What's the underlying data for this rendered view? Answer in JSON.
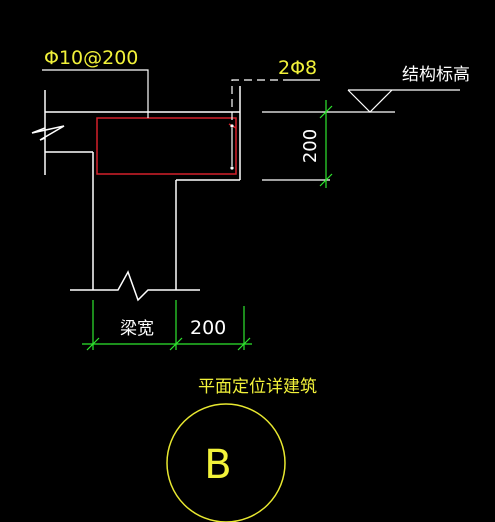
{
  "labels": {
    "stirrup_spec": "Φ10@200",
    "rebar_spec": "2Φ8",
    "elevation_label": "结构标高",
    "height_dim": "200",
    "beam_width_label": "梁宽",
    "width_dim": "200",
    "location_note": "平面定位详建筑",
    "axis_label": "B"
  },
  "colors": {
    "background": "#000000",
    "outline": "#ffffff",
    "rebar": "#d4202a",
    "dimension": "#2ee62e",
    "text_white": "#ffffff",
    "text_yellow": "#f2f23a",
    "axis_circle": "#e8e830"
  }
}
